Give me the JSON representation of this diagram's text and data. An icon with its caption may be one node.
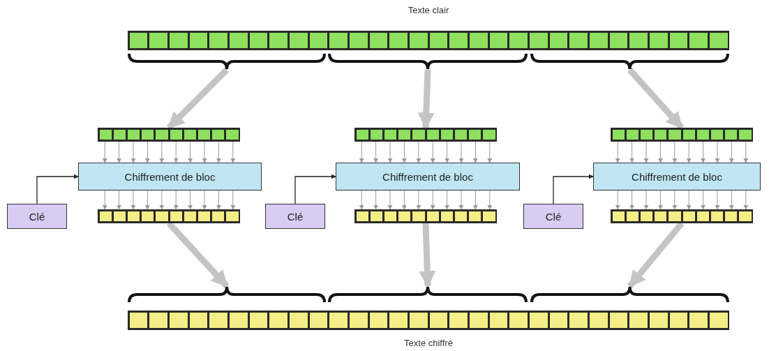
{
  "diagram": {
    "nodes": [
      {
        "text": [
          "Texte clair"
        ]
      },
      {
        "text": [],
        "shape": "brace"
      },
      {
        "text": [],
        "shape": "brace"
      },
      {
        "text": [],
        "shape": "brace"
      },
      {
        "text": [],
        "shape": "bar"
      },
      {
        "text": [
          "Chiffrement de bloc"
        ]
      },
      {
        "text": [
          "Clé"
        ]
      },
      {
        "text": [],
        "shape": "bar"
      },
      {
        "text": [],
        "shape": "bar"
      },
      {
        "text": [
          "Chiffrement de bloc"
        ]
      },
      {
        "text": [
          "Clé"
        ]
      },
      {
        "text": [],
        "shape": "bar"
      },
      {
        "text": [],
        "shape": "bar"
      },
      {
        "text": [
          "Chiffrement de bloc"
        ]
      },
      {
        "text": [
          "Clé"
        ]
      },
      {
        "text": [],
        "shape": "bar"
      },
      {
        "text": [],
        "shape": "brace"
      },
      {
        "text": [],
        "shape": "brace"
      },
      {
        "text": [],
        "shape": "brace"
      },
      {
        "text": [
          "Texte chiffré"
        ]
      }
    ],
    "edges": [
      {
        "from": 1,
        "to": 4,
        "arrow": "to",
        "style": "thick",
        "color": "#c4c4c4"
      },
      {
        "from": 2,
        "to": 8,
        "arrow": "to",
        "style": "thick",
        "color": "#c4c4c4"
      },
      {
        "from": 3,
        "to": 12,
        "arrow": "to",
        "style": "thick",
        "color": "#c4c4c4"
      },
      {
        "from": 4,
        "to": 5,
        "arrow": "to"
      },
      {
        "from": 4,
        "to": 5,
        "arrow": "to"
      },
      {
        "from": 4,
        "to": 5,
        "arrow": "to"
      },
      {
        "from": 4,
        "to": 5,
        "arrow": "to"
      },
      {
        "from": 4,
        "to": 5,
        "arrow": "to"
      },
      {
        "from": 4,
        "to": 5,
        "arrow": "to"
      },
      {
        "from": 4,
        "to": 5,
        "arrow": "to"
      },
      {
        "from": 4,
        "to": 5,
        "arrow": "to"
      },
      {
        "from": 4,
        "to": 5,
        "arrow": "to"
      },
      {
        "from": 4,
        "to": 5,
        "arrow": "to"
      },
      {
        "from": 6,
        "to": 5,
        "arrow": "to",
        "color": "#222222"
      },
      {
        "from": 5,
        "to": 7,
        "arrow": "to"
      },
      {
        "from": 5,
        "to": 7,
        "arrow": "to"
      },
      {
        "from": 5,
        "to": 7,
        "arrow": "to"
      },
      {
        "from": 5,
        "to": 7,
        "arrow": "to"
      },
      {
        "from": 5,
        "to": 7,
        "arrow": "to"
      },
      {
        "from": 5,
        "to": 7,
        "arrow": "to"
      },
      {
        "from": 5,
        "to": 7,
        "arrow": "to"
      },
      {
        "from": 5,
        "to": 7,
        "arrow": "to"
      },
      {
        "from": 5,
        "to": 7,
        "arrow": "to"
      },
      {
        "from": 5,
        "to": 7,
        "arrow": "to"
      },
      {
        "from": 8,
        "to": 9,
        "arrow": "to"
      },
      {
        "from": 8,
        "to": 9,
        "arrow": "to"
      },
      {
        "from": 8,
        "to": 9,
        "arrow": "to"
      },
      {
        "from": 8,
        "to": 9,
        "arrow": "to"
      },
      {
        "from": 8,
        "to": 9,
        "arrow": "to"
      },
      {
        "from": 8,
        "to": 9,
        "arrow": "to"
      },
      {
        "from": 8,
        "to": 9,
        "arrow": "to"
      },
      {
        "from": 8,
        "to": 9,
        "arrow": "to"
      },
      {
        "from": 8,
        "to": 9,
        "arrow": "to"
      },
      {
        "from": 8,
        "to": 9,
        "arrow": "to"
      },
      {
        "from": 10,
        "to": 9,
        "arrow": "to",
        "color": "#222222"
      },
      {
        "from": 9,
        "to": 11,
        "arrow": "to"
      },
      {
        "from": 9,
        "to": 11,
        "arrow": "to"
      },
      {
        "from": 9,
        "to": 11,
        "arrow": "to"
      },
      {
        "from": 9,
        "to": 11,
        "arrow": "to"
      },
      {
        "from": 9,
        "to": 11,
        "arrow": "to"
      },
      {
        "from": 9,
        "to": 11,
        "arrow": "to"
      },
      {
        "from": 9,
        "to": 11,
        "arrow": "to"
      },
      {
        "from": 9,
        "to": 11,
        "arrow": "to"
      },
      {
        "from": 9,
        "to": 11,
        "arrow": "to"
      },
      {
        "from": 9,
        "to": 11,
        "arrow": "to"
      },
      {
        "from": 12,
        "to": 13,
        "arrow": "to"
      },
      {
        "from": 12,
        "to": 13,
        "arrow": "to"
      },
      {
        "from": 12,
        "to": 13,
        "arrow": "to"
      },
      {
        "from": 12,
        "to": 13,
        "arrow": "to"
      },
      {
        "from": 12,
        "to": 13,
        "arrow": "to"
      },
      {
        "from": 12,
        "to": 13,
        "arrow": "to"
      },
      {
        "from": 12,
        "to": 13,
        "arrow": "to"
      },
      {
        "from": 12,
        "to": 13,
        "arrow": "to"
      },
      {
        "from": 12,
        "to": 13,
        "arrow": "to"
      },
      {
        "from": 12,
        "to": 13,
        "arrow": "to"
      },
      {
        "from": 14,
        "to": 13,
        "arrow": "to",
        "color": "#222222"
      },
      {
        "from": 13,
        "to": 15,
        "arrow": "to"
      },
      {
        "from": 13,
        "to": 15,
        "arrow": "to"
      },
      {
        "from": 13,
        "to": 15,
        "arrow": "to"
      },
      {
        "from": 13,
        "to": 15,
        "arrow": "to"
      },
      {
        "from": 13,
        "to": 15,
        "arrow": "to"
      },
      {
        "from": 13,
        "to": 15,
        "arrow": "to"
      },
      {
        "from": 13,
        "to": 15,
        "arrow": "to"
      },
      {
        "from": 13,
        "to": 15,
        "arrow": "to"
      },
      {
        "from": 13,
        "to": 15,
        "arrow": "to"
      },
      {
        "from": 13,
        "to": 15,
        "arrow": "to"
      },
      {
        "from": 7,
        "to": 16,
        "arrow": "to",
        "style": "thick",
        "color": "#c4c4c4"
      },
      {
        "from": 11,
        "to": 17,
        "arrow": "to",
        "style": "thick",
        "color": "#c4c4c4"
      },
      {
        "from": 15,
        "to": 18,
        "arrow": "to",
        "style": "thick",
        "color": "#c4c4c4"
      }
    ]
  }
}
